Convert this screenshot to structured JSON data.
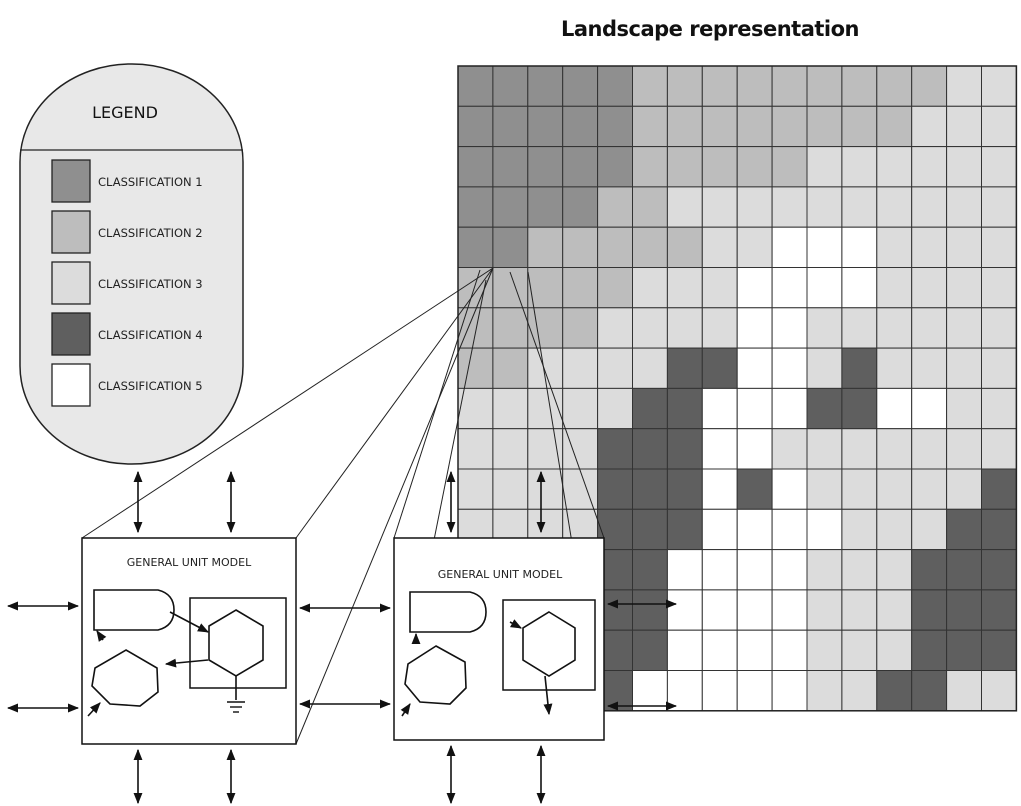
{
  "title": "Landscape representation",
  "legend": {
    "heading": "LEGEND",
    "items": [
      {
        "label": "CLASSIFICATION 1",
        "color": "#8f8f8f"
      },
      {
        "label": "CLASSIFICATION 2",
        "color": "#bdbdbd"
      },
      {
        "label": "CLASSIFICATION 3",
        "color": "#dcdcdc"
      },
      {
        "label": "CLASSIFICATION 4",
        "color": "#5f5f5f"
      },
      {
        "label": "CLASSIFICATION 5",
        "color": "#ffffff"
      }
    ]
  },
  "grid": {
    "rows": [
      "1111122222222233",
      "1111122222222333",
      "1111122222333333",
      "1111223333333333",
      "1122222335553333",
      "2222233355553333",
      "2222333355333333",
      "2233334455343333",
      "3333344555445533",
      "3333444553333333",
      "3333444545333334",
      "3333444555533344",
      "3333445555333444",
      "3333445555333444",
      "3333445555333444",
      "3333455555334433"
    ]
  },
  "units": [
    {
      "title": "GENERAL UNIT MODEL"
    },
    {
      "title": "GENERAL UNIT MODEL"
    }
  ]
}
